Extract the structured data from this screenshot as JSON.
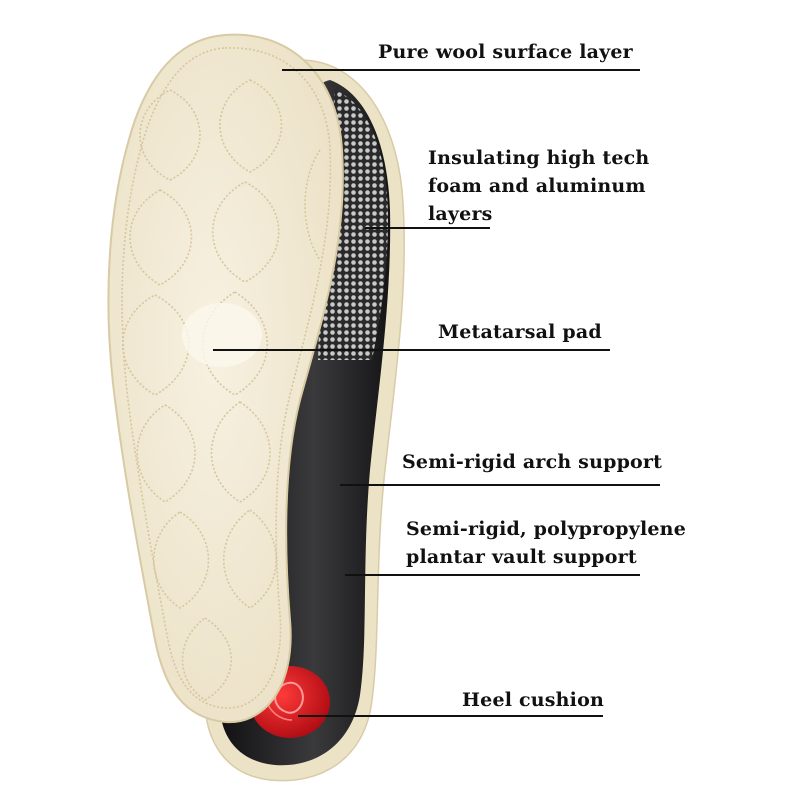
{
  "callouts": [
    {
      "id": "wool",
      "lines": [
        "Pure wool surface layer"
      ]
    },
    {
      "id": "foam",
      "lines": [
        "Insulating high tech",
        "foam and aluminum",
        "layers"
      ]
    },
    {
      "id": "metatarsal",
      "lines": [
        "Metatarsal pad"
      ]
    },
    {
      "id": "arch",
      "lines": [
        "Semi-rigid arch support"
      ]
    },
    {
      "id": "vault",
      "lines": [
        "Semi-rigid, polypropylene",
        "plantar vault support"
      ]
    },
    {
      "id": "heel",
      "lines": [
        "Heel cushion"
      ]
    }
  ],
  "colors": {
    "wool": "#efe6cf",
    "wool_stitch": "#d9caa6",
    "edge": "#e6dcc0",
    "foam_dark": "#2b2b2b",
    "foam_dot": "#bfbfbf",
    "shell": "#1c1c1e",
    "heel_red": "#d0101a",
    "line": "#111111"
  }
}
